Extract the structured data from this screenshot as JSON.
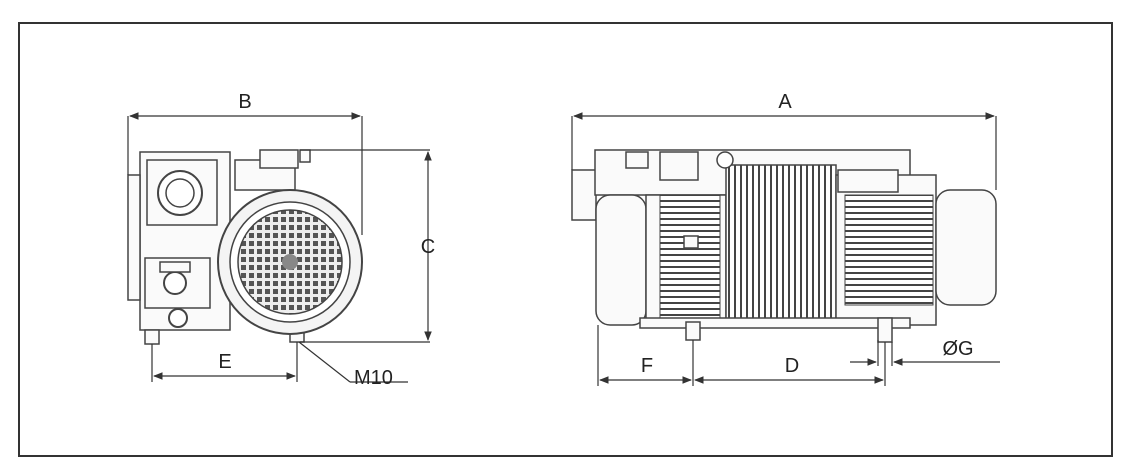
{
  "labels": {
    "A": "A",
    "B": "B",
    "C": "C",
    "D": "D",
    "E": "E",
    "F": "F",
    "G": "ØG",
    "M10": "M10"
  }
}
